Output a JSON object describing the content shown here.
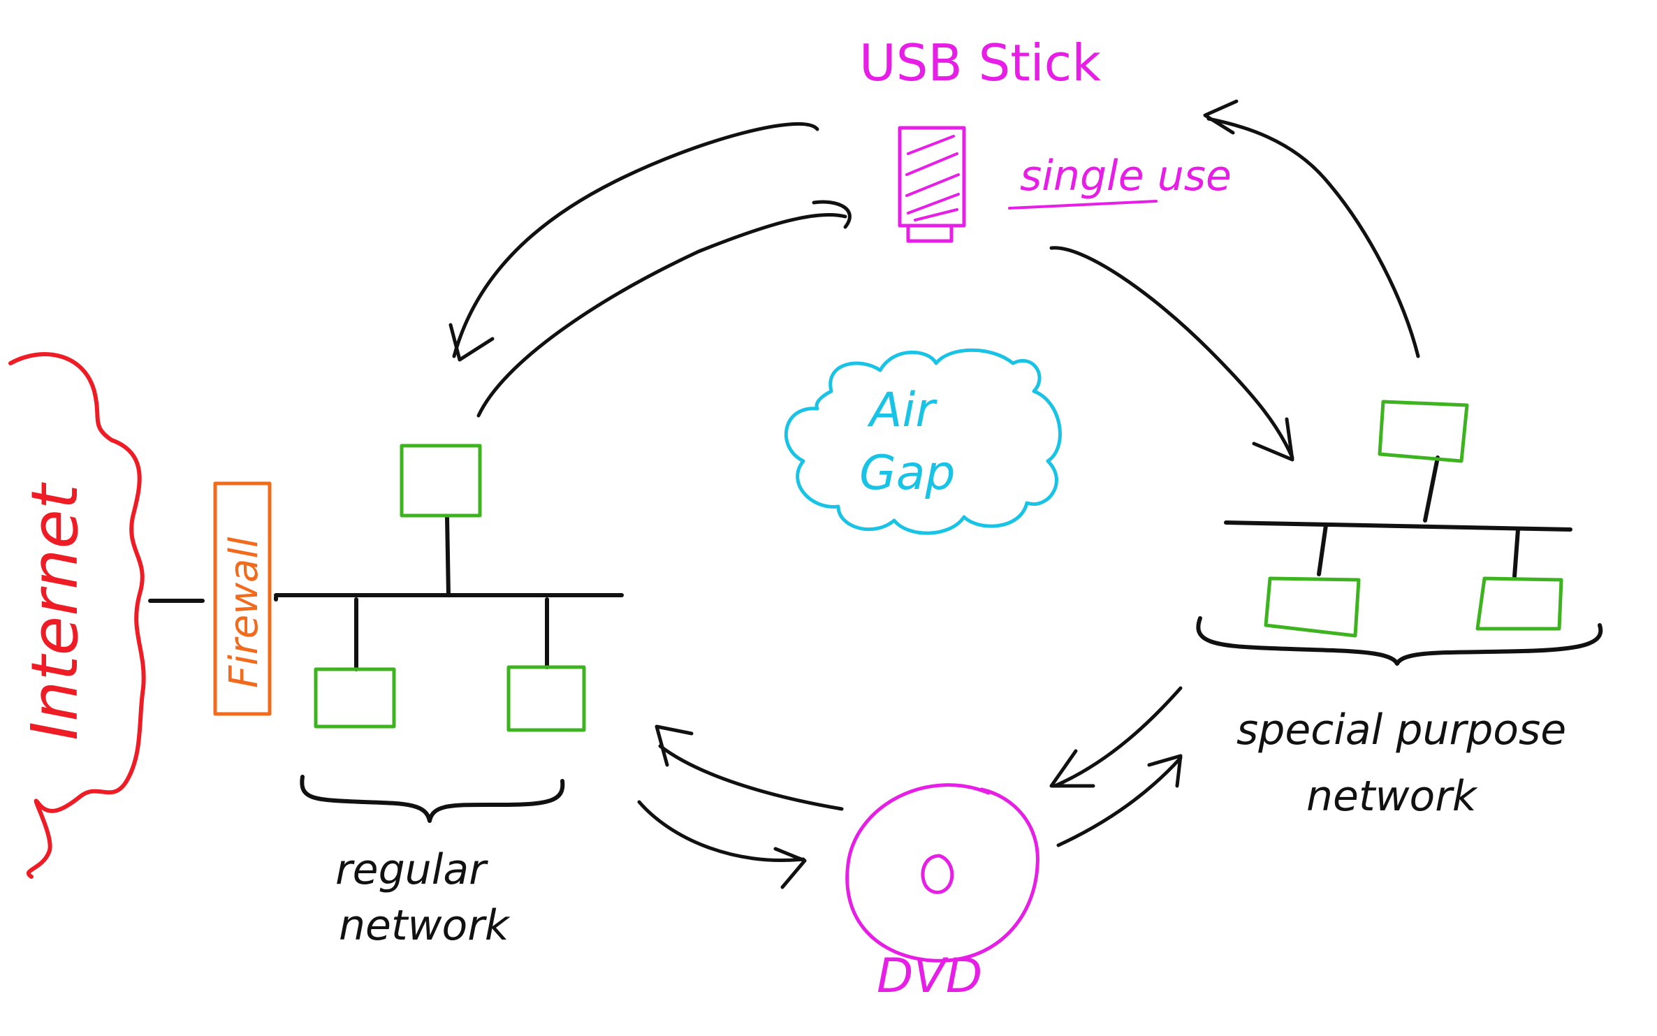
{
  "labels": {
    "usb": "USB Stick",
    "single_use": "single use",
    "air_gap_line1": "Air",
    "air_gap_line2": "Gap",
    "internet": "Internet",
    "firewall": "Firewall",
    "regular_line1": "regular",
    "regular_line2": "network",
    "special_line1": "special purpose",
    "special_line2": "network",
    "dvd": "DVD"
  },
  "colors": {
    "ink": "#111111",
    "magenta": "#e61ee6",
    "internet": "#ee1c24",
    "firewall": "#f26b1d",
    "node": "#3cb31f",
    "air_gap": "#19c3e6"
  }
}
